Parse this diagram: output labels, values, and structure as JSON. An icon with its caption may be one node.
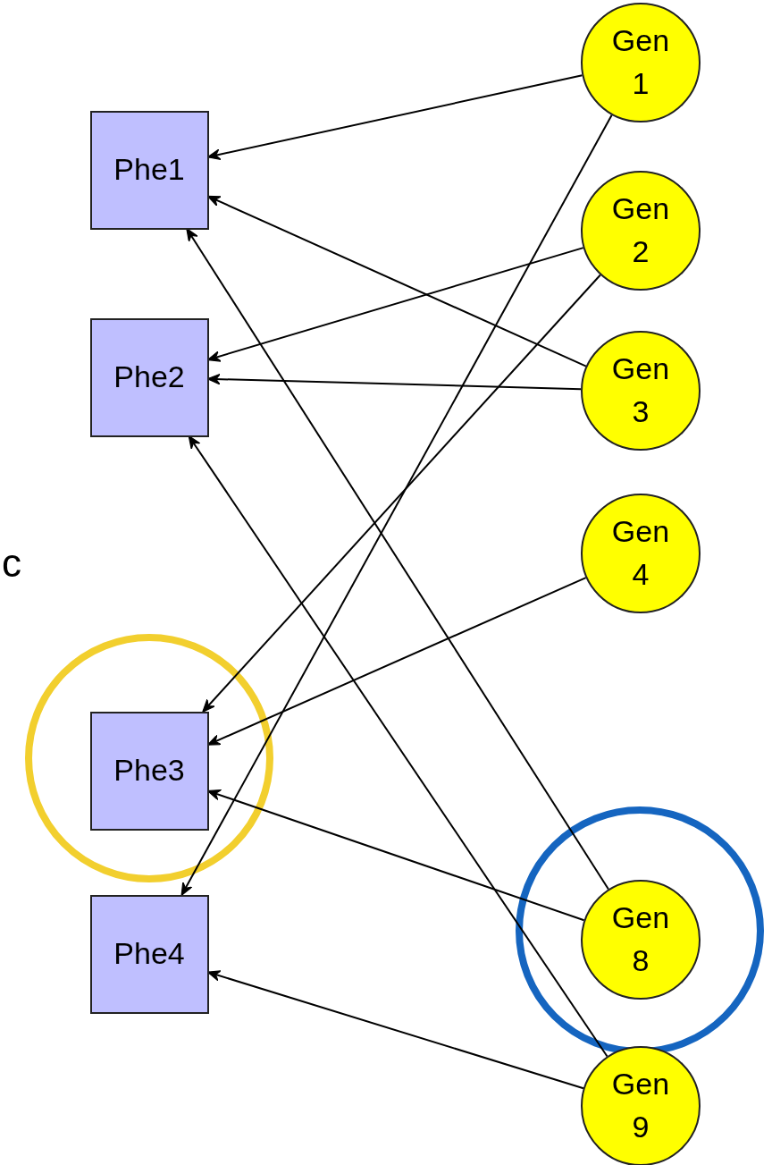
{
  "diagram": {
    "nodes": [
      {
        "text": [
          "Phe1"
        ]
      },
      {
        "text": [
          "Phe2"
        ]
      },
      {
        "text": [
          "Phe3"
        ]
      },
      {
        "text": [
          "Phe4"
        ]
      },
      {
        "text": [
          "Gen 1"
        ]
      },
      {
        "text": [
          "Gen 2"
        ]
      },
      {
        "text": [
          "Gen 3"
        ]
      },
      {
        "text": [
          "Gen 4"
        ]
      },
      {
        "text": [
          "Gen 8"
        ]
      },
      {
        "text": [
          "Gen 9"
        ]
      }
    ],
    "edges": [
      {
        "from": 4,
        "to": 0,
        "arrow": "to"
      },
      {
        "from": 4,
        "to": 3,
        "arrow": "to"
      },
      {
        "from": 5,
        "to": 1,
        "arrow": "to"
      },
      {
        "from": 5,
        "to": 2,
        "arrow": "to"
      },
      {
        "from": 6,
        "to": 0,
        "arrow": "to"
      },
      {
        "from": 6,
        "to": 1,
        "arrow": "to"
      },
      {
        "from": 7,
        "to": 2,
        "arrow": "to"
      },
      {
        "from": 8,
        "to": 0,
        "arrow": "to"
      },
      {
        "from": 8,
        "to": 2,
        "arrow": "to"
      },
      {
        "from": 9,
        "to": 1,
        "arrow": "to"
      },
      {
        "from": 9,
        "to": 3,
        "arrow": "to"
      }
    ],
    "labels": [
      "c"
    ]
  }
}
